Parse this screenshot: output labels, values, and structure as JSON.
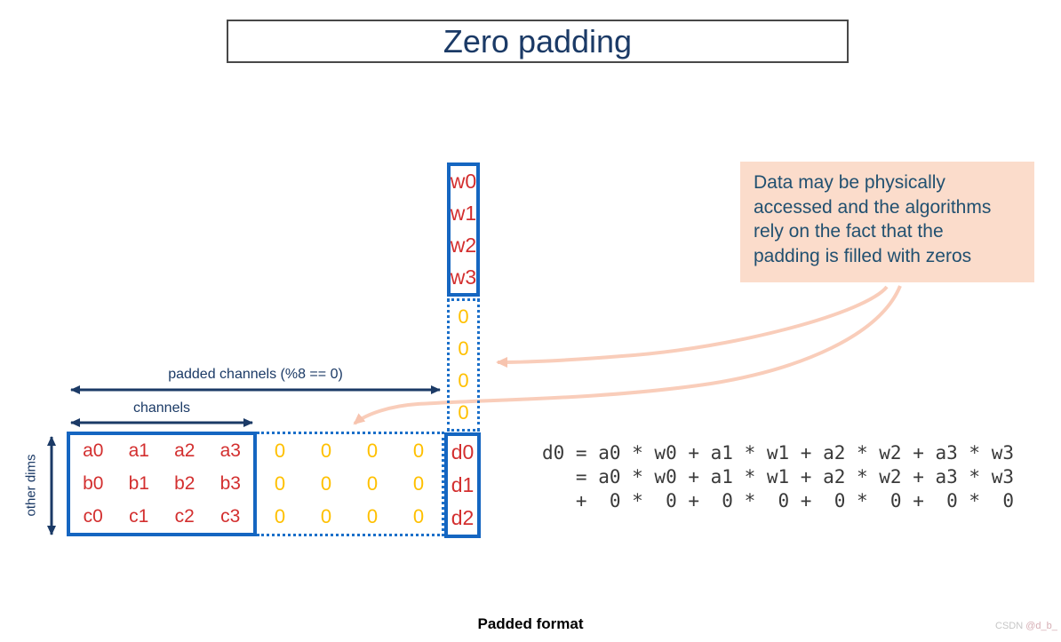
{
  "title": "Zero padding",
  "callout": {
    "lines": [
      "Data may be physically",
      "accessed and the algorithms",
      "rely on the fact that the",
      "padding is filled with zeros"
    ]
  },
  "dimension_labels": {
    "padded_channels": "padded channels (%8 == 0)",
    "channels": "channels",
    "other_dims": "other dims"
  },
  "weights_column": {
    "cells": [
      "w0",
      "w1",
      "w2",
      "w3"
    ]
  },
  "weights_padding_column": {
    "cells": [
      "0",
      "0",
      "0",
      "0"
    ]
  },
  "data_matrix": {
    "rows": [
      [
        "a0",
        "a1",
        "a2",
        "a3"
      ],
      [
        "b0",
        "b1",
        "b2",
        "b3"
      ],
      [
        "c0",
        "c1",
        "c2",
        "c3"
      ]
    ]
  },
  "padding_matrix": {
    "rows": [
      [
        "0",
        "0",
        "0",
        "0"
      ],
      [
        "0",
        "0",
        "0",
        "0"
      ],
      [
        "0",
        "0",
        "0",
        "0"
      ]
    ]
  },
  "output_column": {
    "cells": [
      "d0",
      "d1",
      "d2"
    ]
  },
  "equations": {
    "lines": [
      "d0 = a0 * w0 + a1 * w1 + a2 * w2 + a3 * w3",
      "   = a0 * w0 + a1 * w1 + a2 * w2 + a3 * w3",
      "   +  0 *  0 +  0 *  0 +  0 *  0 +  0 *  0"
    ]
  },
  "caption": "Padded format",
  "watermark": {
    "site": "CSDN",
    "handle": "@d_b_"
  },
  "colors": {
    "navy": "#1B3A66",
    "box_blue": "#1566C1",
    "cell_red": "#D32F2F",
    "padding_gold": "#FFC000",
    "callout_bg": "#FBDCCB",
    "callout_text": "#215070",
    "pink_arrow": "#F9CDBA"
  }
}
